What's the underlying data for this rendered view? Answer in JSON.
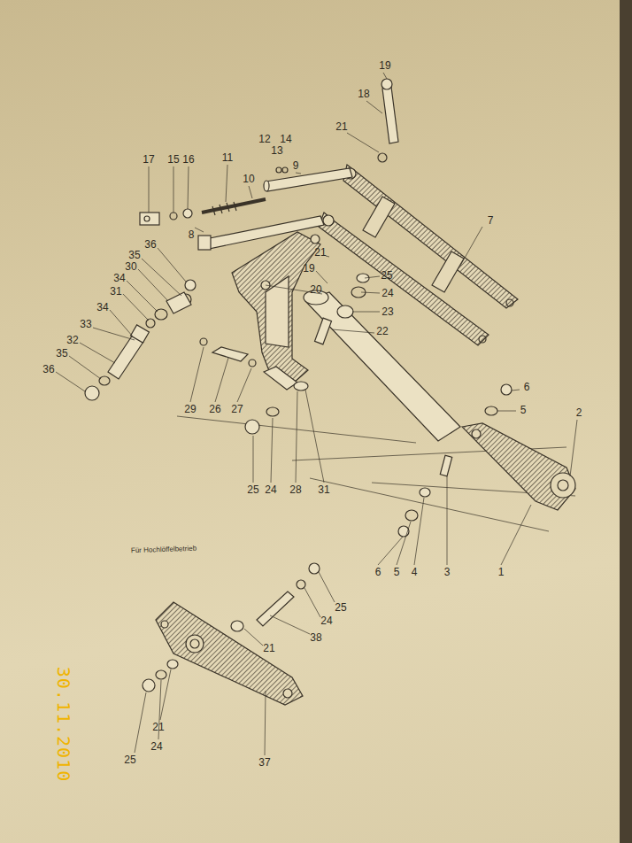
{
  "diagram": {
    "labels": [
      "19",
      "18",
      "21",
      "12",
      "14",
      "13",
      "9",
      "17",
      "15",
      "16",
      "11",
      "10",
      "8",
      "7",
      "36",
      "35",
      "21",
      "19",
      "30",
      "25",
      "20",
      "24",
      "34",
      "31",
      "23",
      "22",
      "34",
      "33",
      "32",
      "35",
      "36",
      "6",
      "5",
      "2",
      "29",
      "26",
      "27",
      "25",
      "24",
      "28",
      "31",
      "Für Hochlöffelbetrieb",
      "6",
      "5",
      "4",
      "3",
      "1",
      "25",
      "24",
      "38",
      "21",
      "21",
      "24",
      "25",
      "37",
      "30.11.2010"
    ]
  }
}
